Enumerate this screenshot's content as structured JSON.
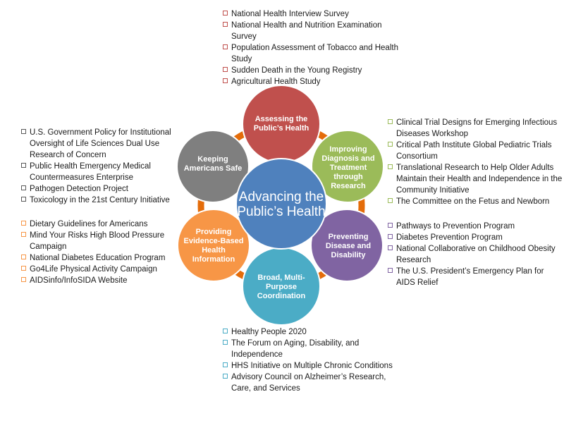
{
  "center": {
    "label": "Advancing the Public’s Health",
    "color": "#4F81BD"
  },
  "ring_color": "#E46C0A",
  "nodes": [
    {
      "id": "assessing",
      "label": "Assessing the Public’s Health",
      "color": "#C0504D"
    },
    {
      "id": "improving",
      "label": "Improving Diagnosis and Treatment through Research",
      "color": "#9BBB59"
    },
    {
      "id": "preventing",
      "label": "Preventing Disease and Disability",
      "color": "#8064A2"
    },
    {
      "id": "broad",
      "label": "Broad, Multi-Purpose Coordination",
      "color": "#4BACC6"
    },
    {
      "id": "providing",
      "label": "Providing Evidence-Based Health Information",
      "color": "#F79646"
    },
    {
      "id": "keeping",
      "label": "Keeping Americans Safe",
      "color": "#7F7F7F"
    }
  ],
  "lists": {
    "assessing": {
      "bullet_color": "#C0504D",
      "items": [
        "National Health Interview Survey",
        "National Health and Nutrition Examination Survey",
        "Population Assessment of Tobacco and Health Study",
        "Sudden Death in the Young Registry",
        "Agricultural Health Study"
      ]
    },
    "improving": {
      "bullet_color": "#9BBB59",
      "items": [
        "Clinical Trial Designs for Emerging Infectious Diseases Workshop",
        "Critical Path Institute Global Pediatric Trials Consortium",
        "Translational Research to Help Older Adults Maintain their Health and Independence in the Community Initiative",
        "The Committee on the Fetus and Newborn"
      ]
    },
    "preventing": {
      "bullet_color": "#8064A2",
      "items": [
        "Pathways to Prevention Program",
        "Diabetes Prevention Program",
        "National Collaborative on Childhood Obesity Research",
        "The U.S. President’s Emergency Plan for AIDS Relief"
      ]
    },
    "broad": {
      "bullet_color": "#4BACC6",
      "items": [
        "Healthy People 2020",
        "The Forum on Aging, Disability, and Independence",
        "HHS Initiative on Multiple Chronic Conditions",
        "Advisory Council on Alzheimer’s Research, Care, and Services"
      ]
    },
    "providing": {
      "bullet_color": "#F79646",
      "items": [
        "Dietary Guidelines for Americans",
        "Mind Your Risks High Blood Pressure Campaign",
        "National Diabetes Education Program",
        "Go4Life Physical Activity Campaign",
        "AIDSinfo/InfoSIDA Website"
      ]
    },
    "keeping": {
      "bullet_color": "#595959",
      "items": [
        "U.S. Government Policy for Institutional Oversight of Life Sciences Dual Use Research of Concern",
        "Public Health Emergency Medical Countermeasures Enterprise",
        "Pathogen Detection Project",
        "Toxicology in the 21st Century Initiative"
      ]
    }
  }
}
